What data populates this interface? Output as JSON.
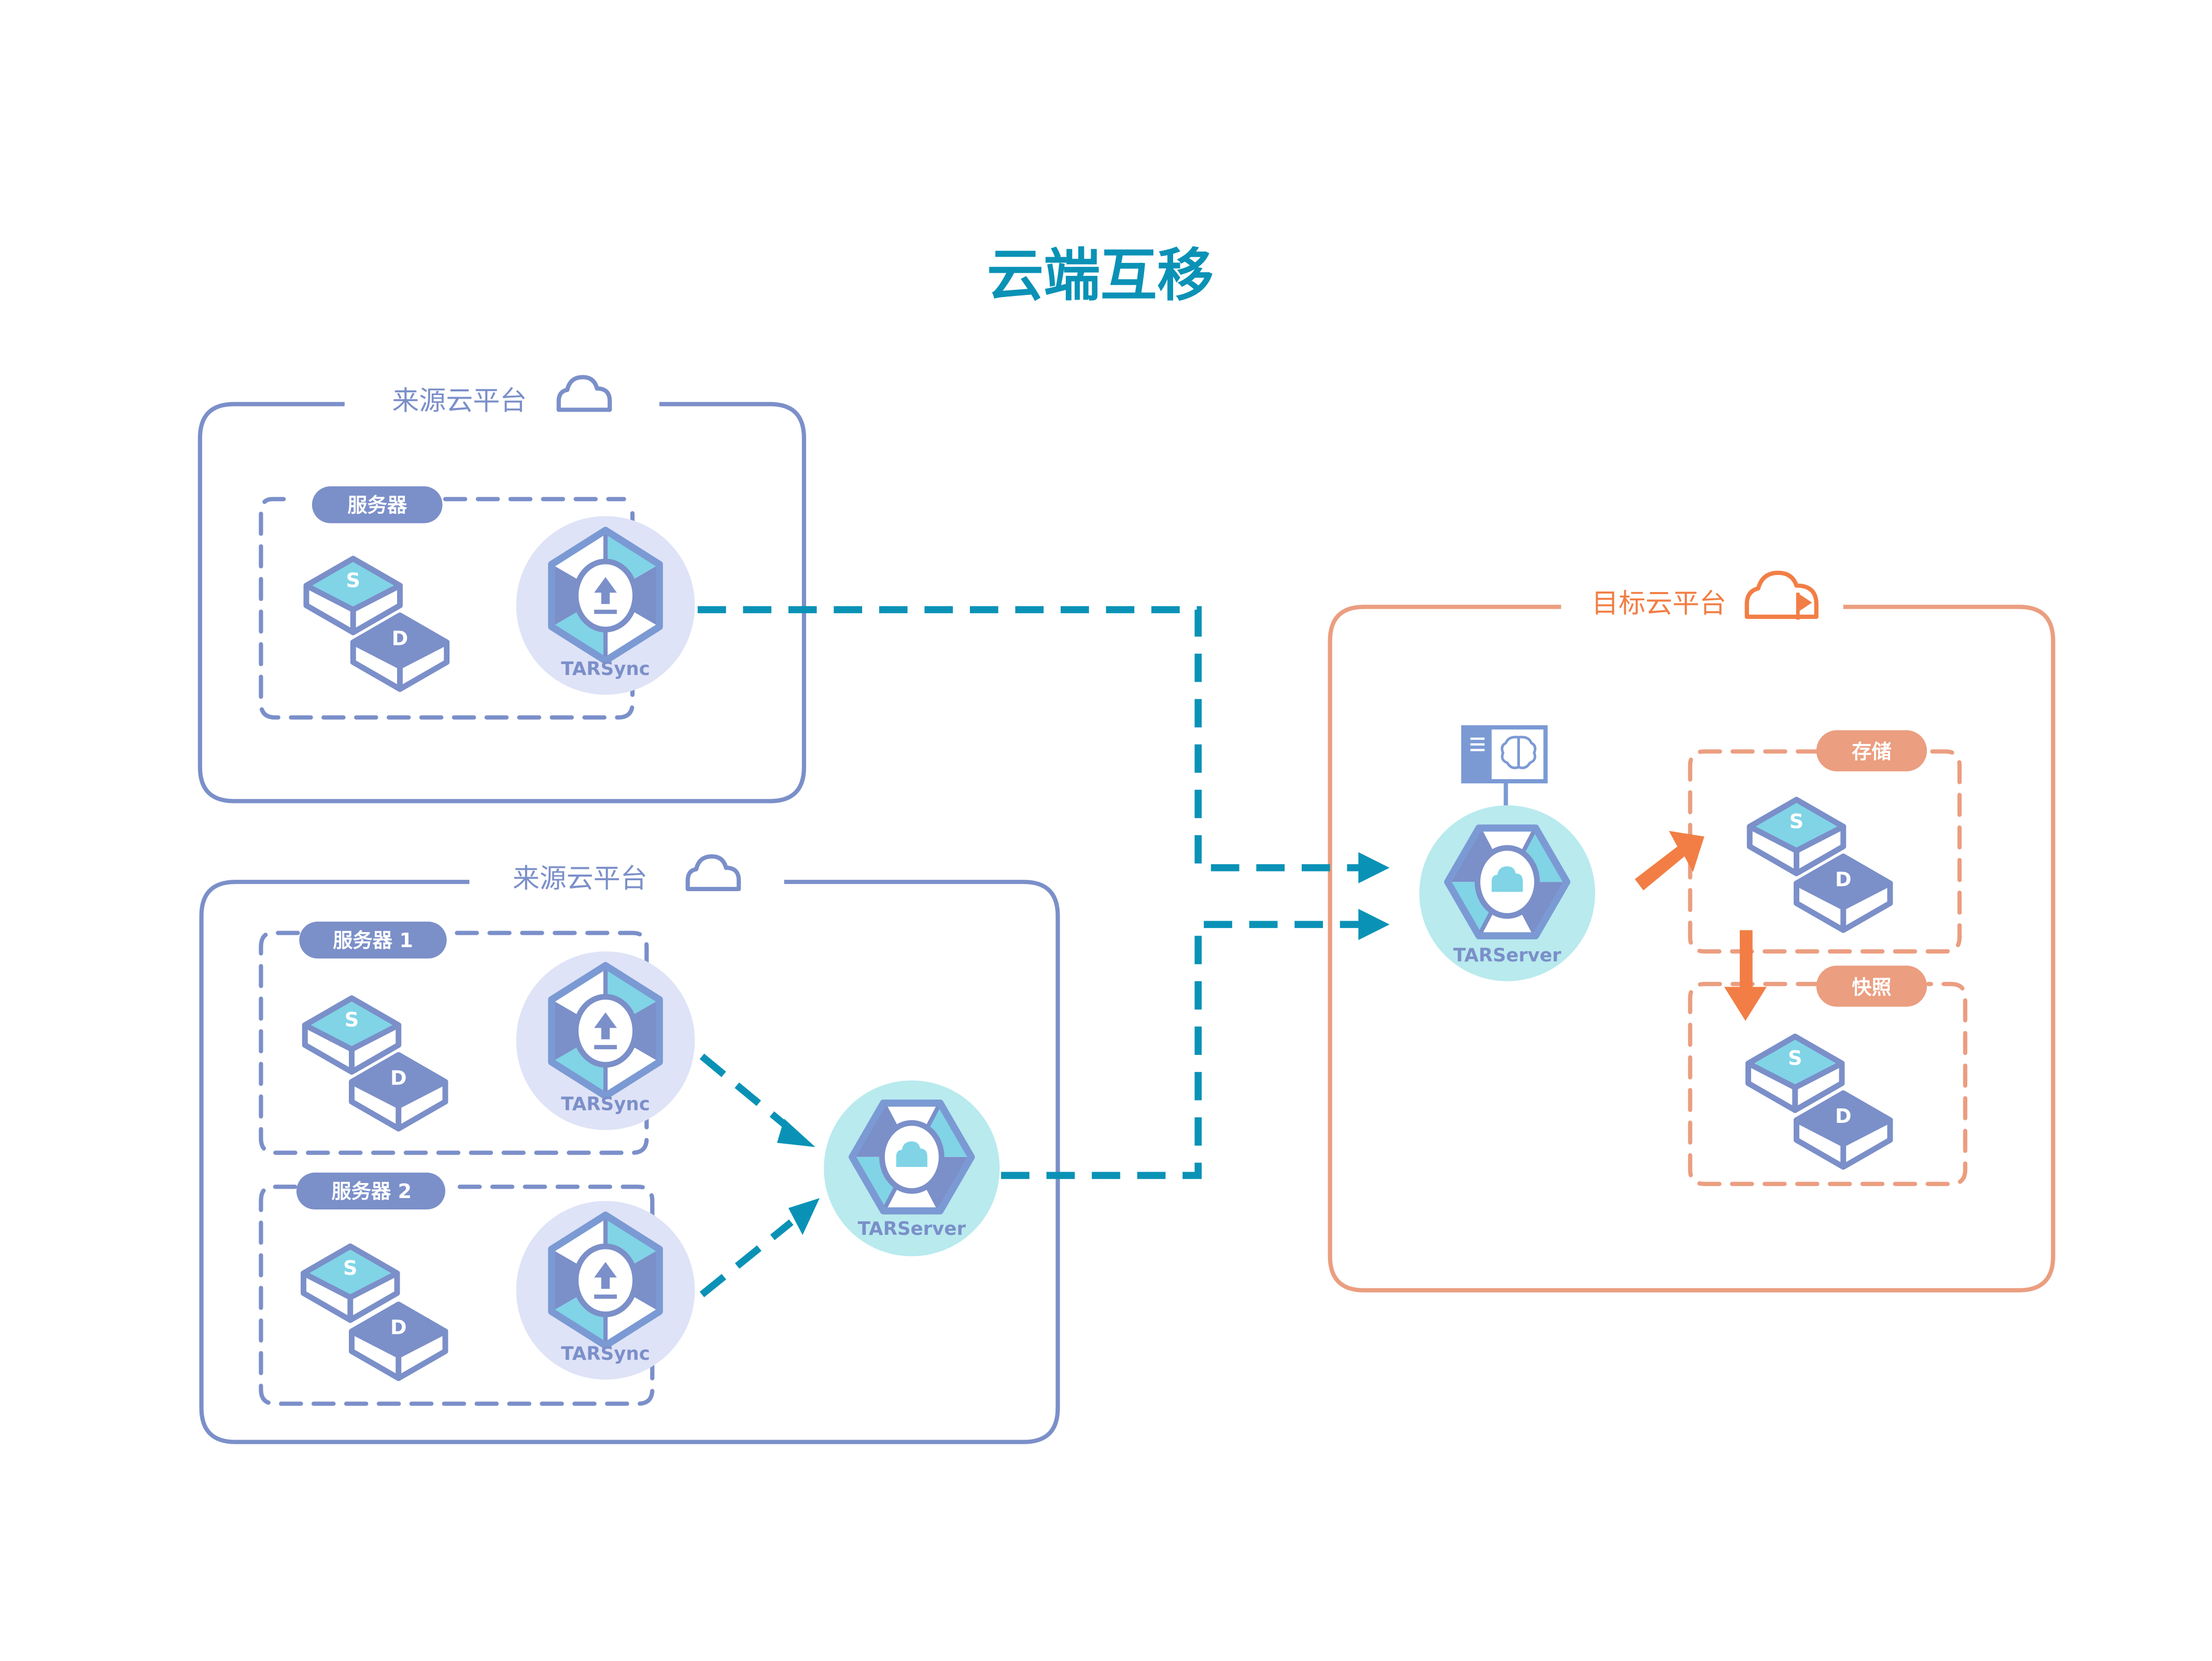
{
  "title": "云端互移",
  "colors": {
    "title": "#0a92b6",
    "source_border": "#7b8fc9",
    "target_border": "#eb9e80",
    "target_accent": "#f27e45",
    "link": "#0a92b6",
    "tarsync_bg": "#dfe3f7",
    "tarserver_bg": "#b8eaee",
    "cyan_fill": "#80d4e6"
  },
  "source_platform_1": {
    "label": "来源云平台",
    "icon": "cloud-icon",
    "server": {
      "label": "服务器",
      "disks": [
        "S",
        "D"
      ],
      "agent": "TARSync"
    }
  },
  "source_platform_2": {
    "label": "来源云平台",
    "icon": "cloud-icon",
    "servers": [
      {
        "label": "服务器 1",
        "disks": [
          "S",
          "D"
        ],
        "agent": "TARSync"
      },
      {
        "label": "服务器 2",
        "disks": [
          "S",
          "D"
        ],
        "agent": "TARSync"
      }
    ],
    "relay": "TARServer"
  },
  "target_platform": {
    "label": "目标云平台",
    "icon": "cloud-flag-icon",
    "server": "TARServer",
    "server_panel_icon": "brain-icon",
    "storage": {
      "label": "存储",
      "disks": [
        "S",
        "D"
      ]
    },
    "snapshot": {
      "label": "快照",
      "disks": [
        "S",
        "D"
      ]
    }
  }
}
